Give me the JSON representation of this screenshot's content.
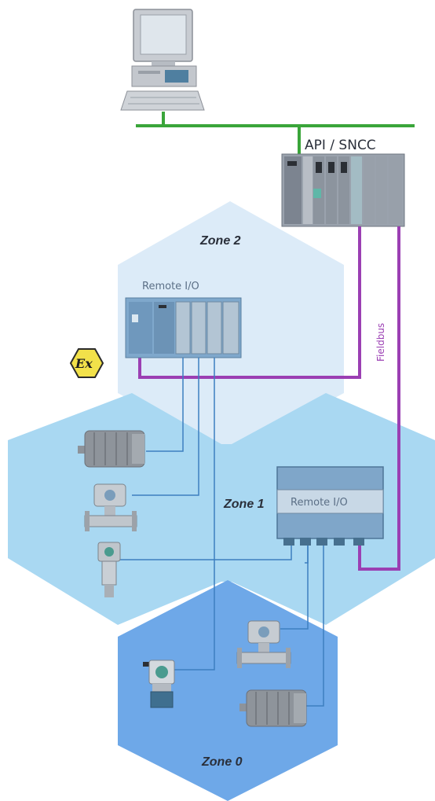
{
  "zones": {
    "zone2_label": "Zone 2",
    "zone1_label": "Zone 1",
    "zone0_label": "Zone 0"
  },
  "devices": {
    "controller_label": "API / SNCC",
    "remote_io_zone2_label": "Remote I/O",
    "remote_io_zone1_label": "Remote I/O",
    "fieldbus_label": "Fieldbus",
    "ex_symbol": "Ex"
  },
  "colors": {
    "zone2_fill": "#dcebf8",
    "zone1_fill": "#a9d8f2",
    "zone0_fill": "#6ea8e8",
    "network_green": "#3aa53a",
    "fieldbus_purple": "#9b3fb3",
    "signal_blue": "#3d7fc0",
    "ex_yellow": "#f2e14a"
  }
}
